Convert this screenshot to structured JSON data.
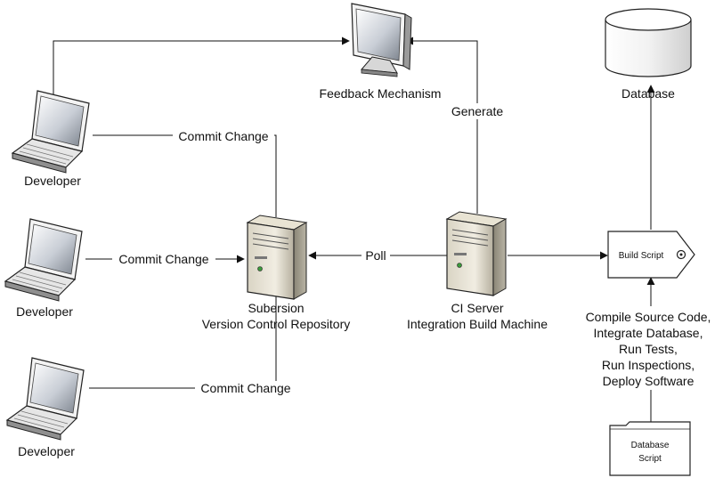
{
  "nodes": {
    "feedback": {
      "label": "Feedback Mechanism"
    },
    "database": {
      "label": "Database"
    },
    "developer_1": {
      "label": "Developer"
    },
    "developer_2": {
      "label": "Developer"
    },
    "developer_3": {
      "label": "Developer"
    },
    "svn": {
      "label_line1": "Subersion",
      "label_line2": "Version Control Repository"
    },
    "ci": {
      "label_line1": "CI Server",
      "label_line2": "Integration Build Machine"
    },
    "build_script": {
      "label": "Build Script"
    },
    "database_script": {
      "label_line1": "Database",
      "label_line2": "Script"
    }
  },
  "edges": {
    "commit_1": "Commit Change",
    "commit_2": "Commit Change",
    "commit_3": "Commit Change",
    "poll": "Poll",
    "generate": "Generate"
  },
  "build_steps": [
    "Compile Source Code,",
    "Integrate Database,",
    "Run Tests,",
    "Run Inspections,",
    "Deploy Software"
  ]
}
